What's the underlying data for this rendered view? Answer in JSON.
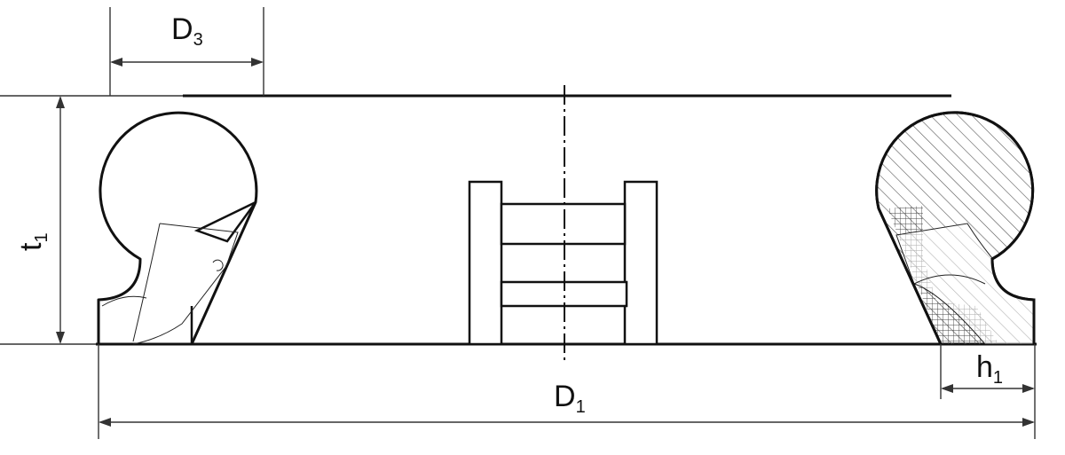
{
  "labels": {
    "d3": {
      "main": "D",
      "sub": "3"
    },
    "t1": {
      "main": "t",
      "sub": "1"
    },
    "h1": {
      "main": "h",
      "sub": "1"
    },
    "d1": {
      "main": "D",
      "sub": "1"
    }
  },
  "colors": {
    "line": "#111111",
    "hatch": "#555555",
    "background": "#ffffff"
  }
}
